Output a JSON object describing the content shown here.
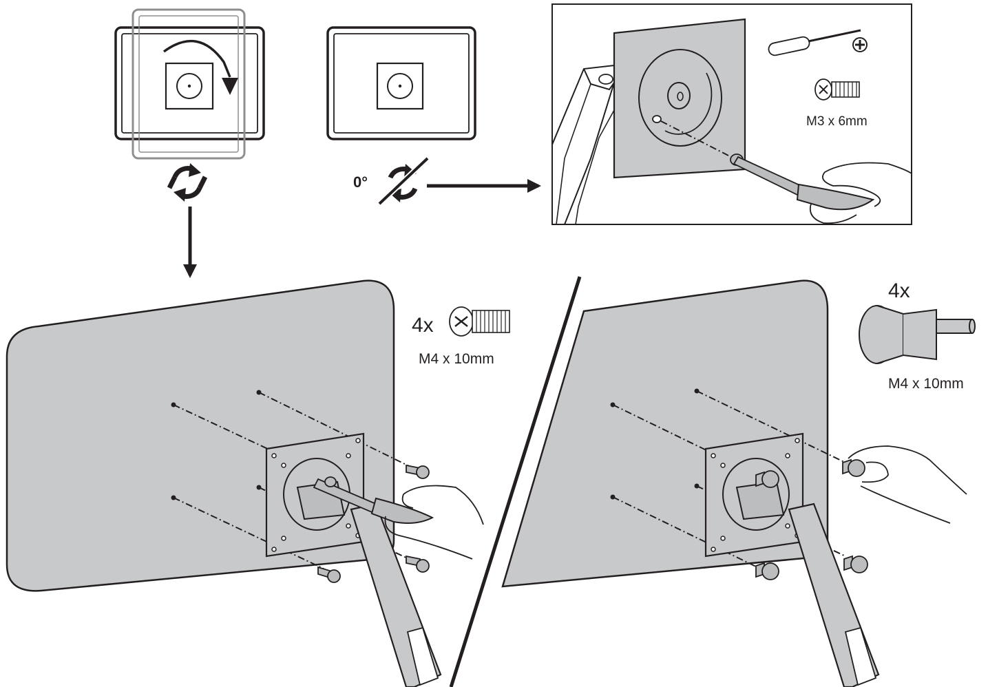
{
  "diagram": {
    "rotation_angle_label": "0°",
    "tool": {
      "name": "phillips-screwdriver-icon"
    },
    "vesa_plate_screw": {
      "quantity": "",
      "spec": "M3 x 6mm"
    },
    "monitor_screw": {
      "quantity": "4x",
      "spec": "M4 x 10mm"
    },
    "spacer_screw": {
      "quantity": "4x",
      "spec": "M4 x 10mm"
    },
    "colors": {
      "line": "#231f20",
      "monitor_fill": "#c8c9cb",
      "part_fill": "#bcbdbf",
      "ghost_outline": "#8e8e8e"
    }
  }
}
